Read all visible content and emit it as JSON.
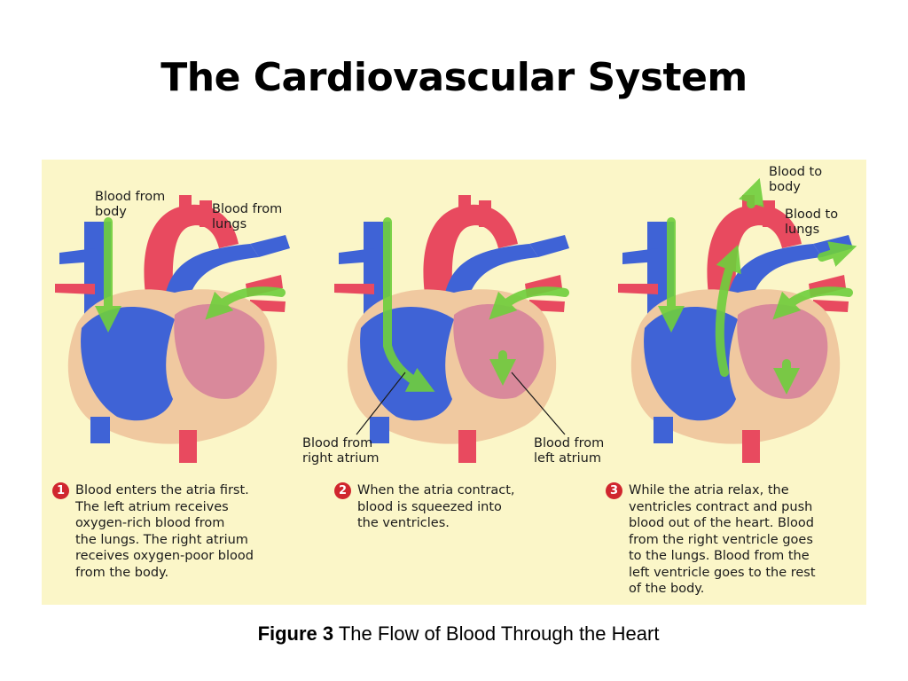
{
  "slide": {
    "title": "The Cardiovascular System"
  },
  "figure": {
    "labels": {
      "blood_from_body": "Blood from\nbody",
      "blood_from_lungs": "Blood from\nlungs",
      "blood_from_right_atrium": "Blood from\nright atrium",
      "blood_from_left_atrium": "Blood from\nleft atrium",
      "blood_to_body": "Blood to\nbody",
      "blood_to_lungs": "Blood to\nlungs"
    },
    "steps": [
      {
        "number": "1",
        "text": "Blood enters the atria first.\nThe left atrium receives\noxygen-rich blood from\nthe lungs. The right atrium\nreceives oxygen-poor blood\nfrom the body."
      },
      {
        "number": "2",
        "text": "When the atria contract,\nblood is squeezed into\nthe ventricles."
      },
      {
        "number": "3",
        "text": "While the atria relax, the\nventricles contract and push\nblood out of the heart. Blood\nfrom the right ventricle goes\nto the lungs. Blood from the\nleft ventricle goes to the rest\nof the body."
      }
    ]
  },
  "caption": {
    "label": "Figure 3",
    "text": "The Flow of Blood Through the Heart"
  },
  "colors": {
    "panel_bg": "#fbf6c8",
    "heart_tissue": "#f0c9a0",
    "oxygen_poor_vessels": "#3f63d6",
    "oxygen_rich_vessels": "#e84a5f",
    "chamber_interior": "#d9899b",
    "flow_arrows": "#6fcf3c",
    "step_badge": "#d0262e"
  }
}
